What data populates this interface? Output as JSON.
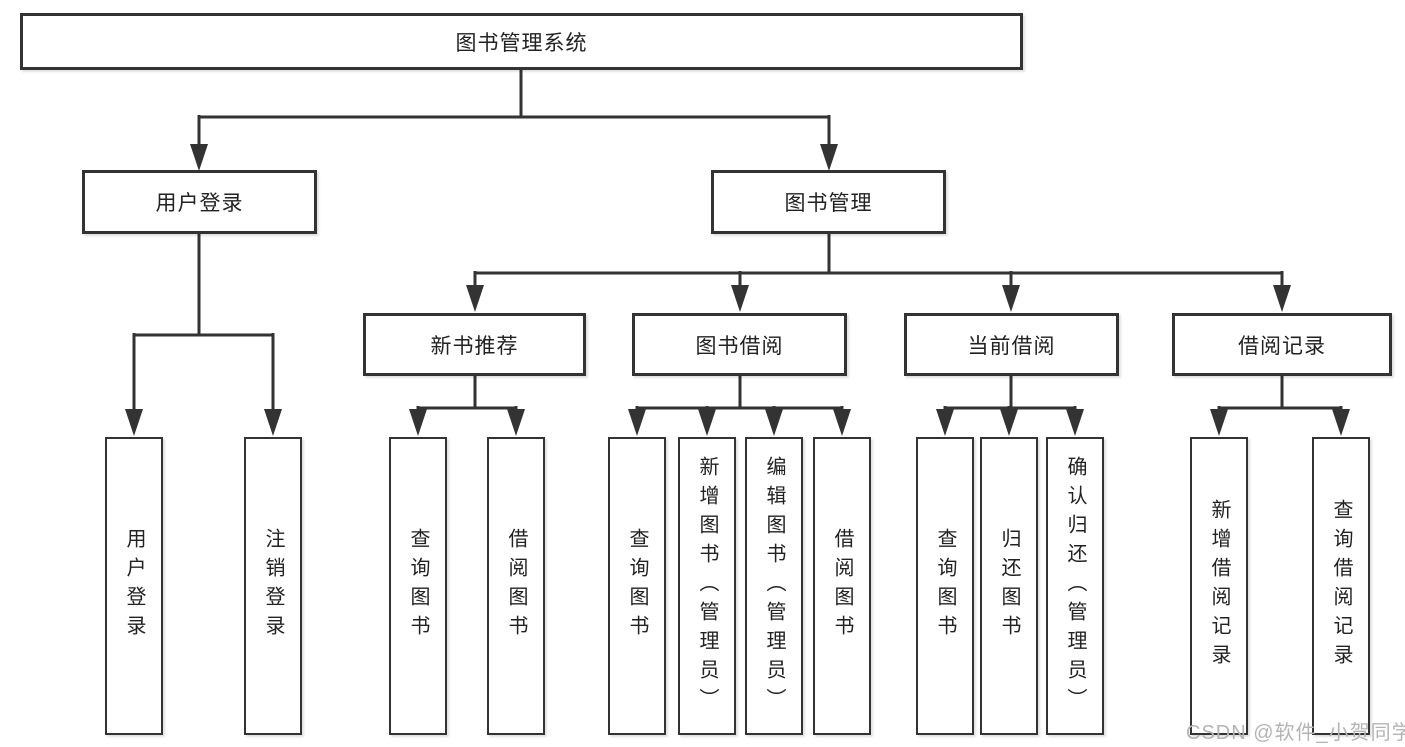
{
  "diagram": {
    "root": "图书管理系统",
    "level2": {
      "user_login": "用户登录",
      "book_management": "图书管理"
    },
    "level3": {
      "new_book": "新书推荐",
      "book_borrow": "图书借阅",
      "current_borrow": "当前借阅",
      "borrow_records": "借阅记录"
    },
    "leaves": {
      "user_login": "用户登录",
      "logout": "注销登录",
      "nb_query": "查询图书",
      "nb_borrow": "借阅图书",
      "bb_query": "查询图书",
      "bb_add": "新增图书（管理员）",
      "bb_edit": "编辑图书（管理员）",
      "bb_borrow": "借阅图书",
      "cb_query": "查询图书",
      "cb_return": "归还图书",
      "cb_confirm": "确认归还（管理员）",
      "br_add": "新增借阅记录",
      "br_query": "查询借阅记录"
    }
  },
  "watermark": "CSDN @软件_小贺同学",
  "colors": {
    "line": "#333333",
    "text": "#222222",
    "watermark": "#b4b4b4",
    "background": "#ffffff"
  }
}
